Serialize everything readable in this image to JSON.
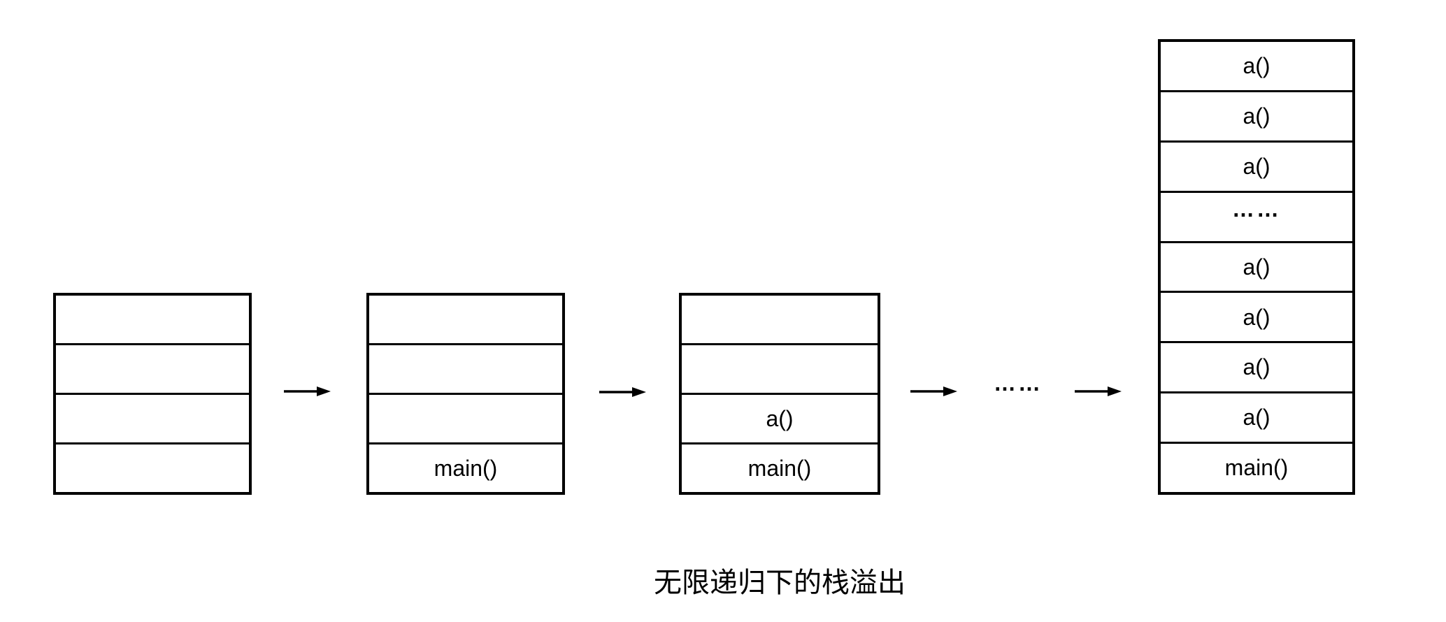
{
  "caption": "无限递归下的栈溢出",
  "colors": {
    "line": "#000000",
    "background": "#ffffff"
  },
  "separators": {
    "dots": "……"
  },
  "stacks": [
    {
      "label": "empty-stack",
      "rows": [
        "",
        "",
        "",
        ""
      ]
    },
    {
      "label": "stack-after-main-call",
      "rows": [
        "",
        "",
        "",
        "main()"
      ]
    },
    {
      "label": "stack-after-a-call",
      "rows": [
        "",
        "",
        "a()",
        "main()"
      ]
    },
    {
      "label": "overflowing-stack",
      "rows": [
        "a()",
        "a()",
        "a()",
        "……",
        "a()",
        "a()",
        "a()",
        "a()",
        "main()"
      ]
    }
  ]
}
